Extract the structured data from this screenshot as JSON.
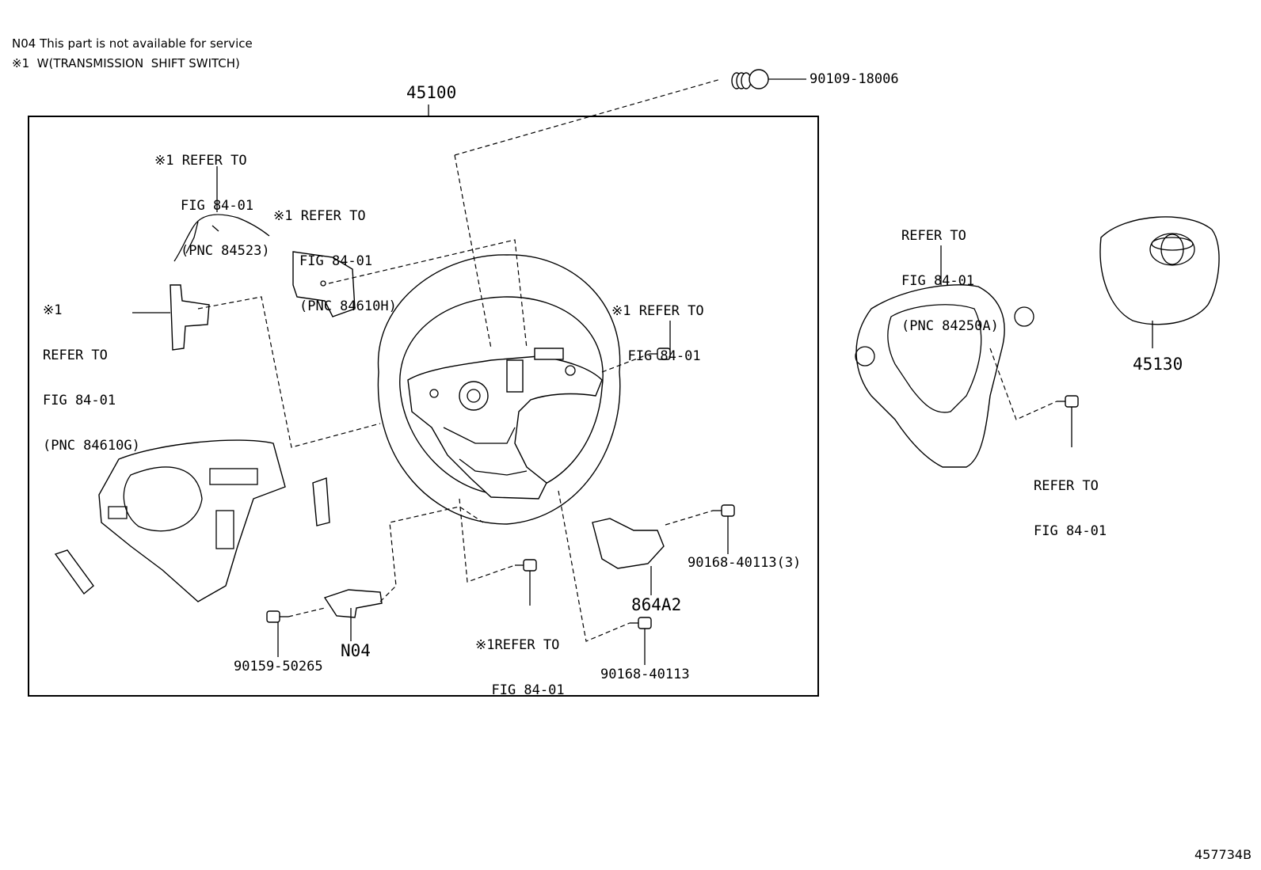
{
  "notes": {
    "n04": "N04 This part is not available for service",
    "x1": "※1  W(TRANSMISSION  SHIFT SWITCH)"
  },
  "parts": {
    "assembly": "45100",
    "bolt_top": "90109-18006",
    "pad": "45130",
    "cover": "864A2",
    "screw_3": "90168-40113(3)",
    "screw_1": "90168-40113",
    "screw_left": "90159-50265",
    "n04": "N04"
  },
  "refs": {
    "wire": [
      "※1 REFER TO",
      "FIG 84-01",
      "(PNC 84523)"
    ],
    "switch_h": [
      "※1 REFER TO",
      "FIG 84-01",
      "(PNC 84610H)"
    ],
    "switch_g": [
      "※1",
      "REFER TO",
      "FIG 84-01",
      "(PNC 84610G)"
    ],
    "right_screw": [
      "※1 REFER TO",
      "  FIG 84-01"
    ],
    "bottom_screw": [
      "※1REFER TO",
      "  FIG 84-01"
    ],
    "spoke": [
      "REFER TO",
      "FIG 84-01",
      "(PNC 84250A)"
    ],
    "spoke_screw": [
      "REFER TO",
      "FIG 84-01"
    ]
  },
  "figure_id": "457734B"
}
